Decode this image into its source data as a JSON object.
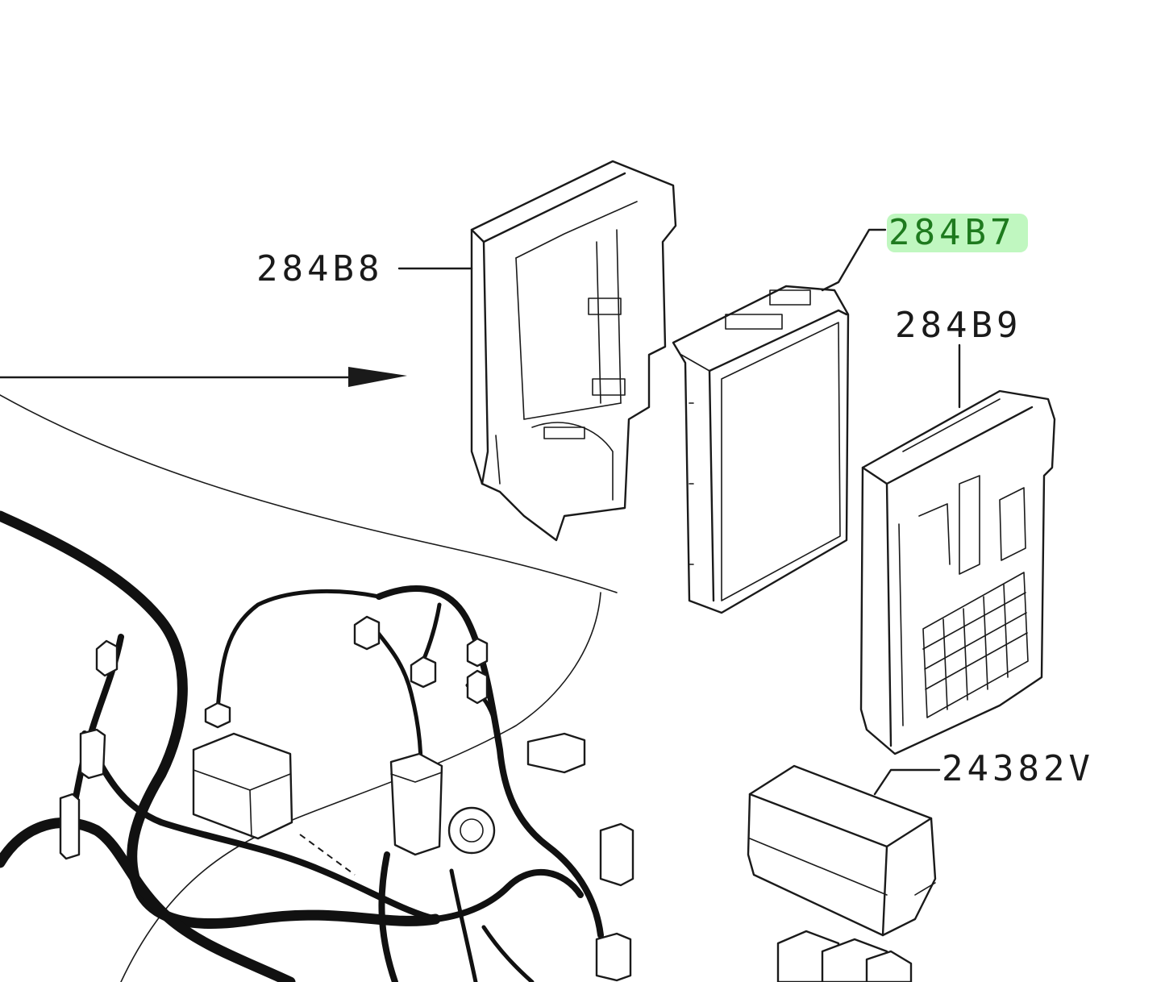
{
  "labels": {
    "part_284b8": "284B8",
    "part_284b7": "284B7",
    "part_284b9": "284B9",
    "part_24382v": "24382V"
  },
  "colors": {
    "line": "#1a1a1a",
    "highlight": "#8cf08c",
    "highlight_text": "#1e7a1e",
    "background": "#ffffff"
  },
  "highlighted_part": "284B7"
}
